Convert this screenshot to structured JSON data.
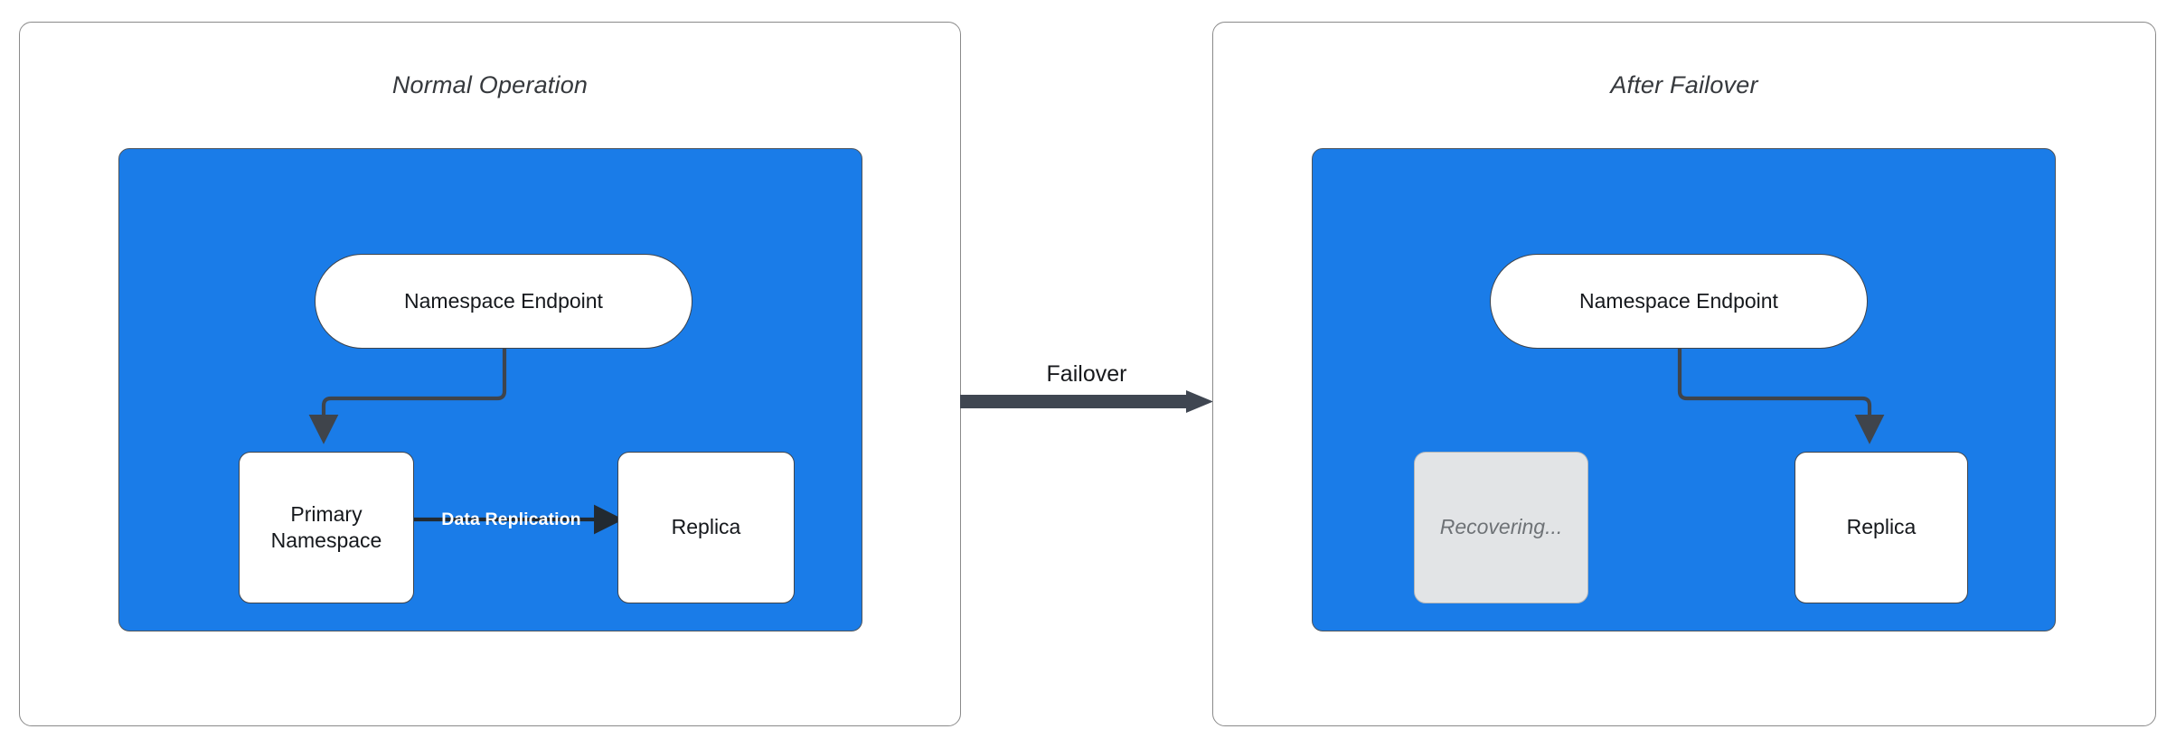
{
  "diagram": {
    "background": "#ffffff",
    "region_color": "#1a7ce8",
    "stroke_color": "#3f444b",
    "panel_border_color": "#8a8a8a",
    "recovering_fill": "#e2e4e6",
    "recovering_text_color": "#6e7276"
  },
  "panels": [
    {
      "id": "normal-operation",
      "title": "Normal Operation",
      "nodes": [
        {
          "id": "namespace-endpoint-left",
          "label": "Namespace Endpoint",
          "shape": "pill",
          "state": "active"
        },
        {
          "id": "primary-namespace",
          "label": "Primary\nNamespace",
          "label_line1": "Primary",
          "label_line2": "Namespace",
          "shape": "box",
          "state": "active"
        },
        {
          "id": "replica-left",
          "label": "Replica",
          "shape": "box",
          "state": "active"
        }
      ],
      "edges": [
        {
          "id": "endpoint-to-primary",
          "from": "namespace-endpoint-left",
          "to": "primary-namespace",
          "label": ""
        },
        {
          "id": "primary-to-replica",
          "from": "primary-namespace",
          "to": "replica-left",
          "label": "Data Replication"
        }
      ]
    },
    {
      "id": "after-failover",
      "title": "After Failover",
      "nodes": [
        {
          "id": "namespace-endpoint-right",
          "label": "Namespace Endpoint",
          "shape": "pill",
          "state": "active"
        },
        {
          "id": "recovering",
          "label": "Recovering...",
          "shape": "box",
          "state": "recovering"
        },
        {
          "id": "replica-right",
          "label": "Replica",
          "shape": "box",
          "state": "active"
        }
      ],
      "edges": [
        {
          "id": "endpoint-to-replica",
          "from": "namespace-endpoint-right",
          "to": "replica-right",
          "label": ""
        }
      ]
    }
  ],
  "transition": {
    "id": "failover-transition",
    "label": "Failover",
    "from_panel": "normal-operation",
    "to_panel": "after-failover"
  }
}
